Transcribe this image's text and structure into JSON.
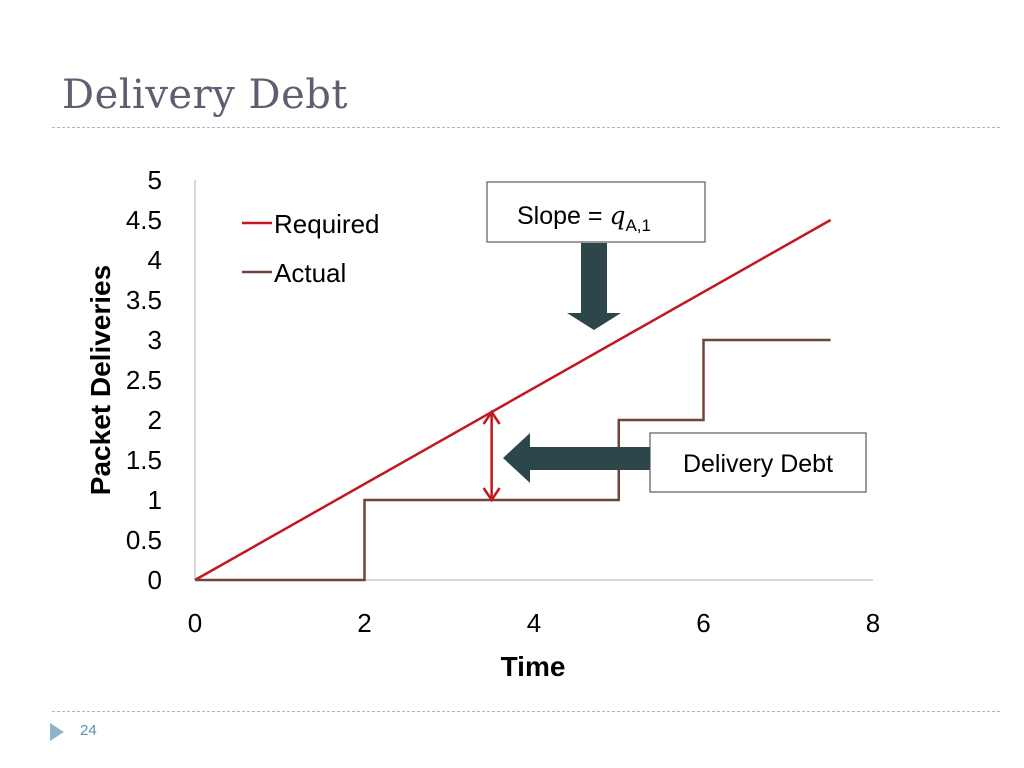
{
  "slide": {
    "title": "Delivery Debt",
    "page_number": "24"
  },
  "colors": {
    "required": "#c0191f",
    "actual": "#70443a",
    "arrow": "#2d4649",
    "axis": "#bfbfbf",
    "title": "#5c5f72"
  },
  "annotations": {
    "slope_prefix": "Slope = ",
    "slope_var": "q",
    "slope_sub": "A,1",
    "debt_label": "Delivery Debt"
  },
  "chart_data": {
    "type": "line",
    "xlabel": "Time",
    "ylabel": "Packet Deliveries",
    "xlim": [
      0,
      8
    ],
    "ylim": [
      0,
      5
    ],
    "x_ticks": [
      "0",
      "2",
      "4",
      "6",
      "8"
    ],
    "y_ticks": [
      "0",
      "0.5",
      "1",
      "1.5",
      "2",
      "2.5",
      "3",
      "3.5",
      "4",
      "4.5",
      "5"
    ],
    "grid": false,
    "legend": "top-left",
    "series": [
      {
        "name": "Required",
        "x": [
          0,
          7.5
        ],
        "y": [
          0,
          4.5
        ]
      },
      {
        "name": "Actual",
        "step": true,
        "x": [
          0,
          2,
          5,
          6,
          7.5
        ],
        "y": [
          0,
          1,
          2,
          3,
          3
        ]
      }
    ],
    "debt_marker": {
      "x": 3.5,
      "y_from": 1,
      "y_to": 2.1
    }
  }
}
